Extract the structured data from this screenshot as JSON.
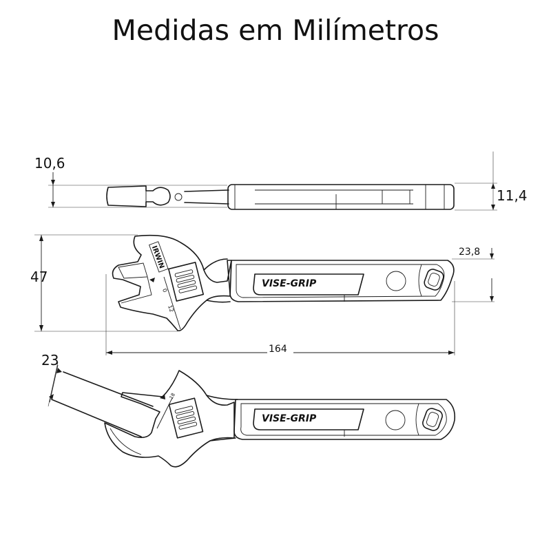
{
  "diagram": {
    "title": "Medidas em Milímetros",
    "brand_label": "VISE-GRIP",
    "brand_logo_text": "IRWIN",
    "scale_numbers": [
      "0",
      "12",
      "18"
    ],
    "dimensions": {
      "top_thickness": "10,6",
      "handle_thickness": "11,4",
      "overall_height": "47",
      "handle_width": "23,8",
      "overall_length": "164",
      "jaw_opening": "23"
    }
  }
}
